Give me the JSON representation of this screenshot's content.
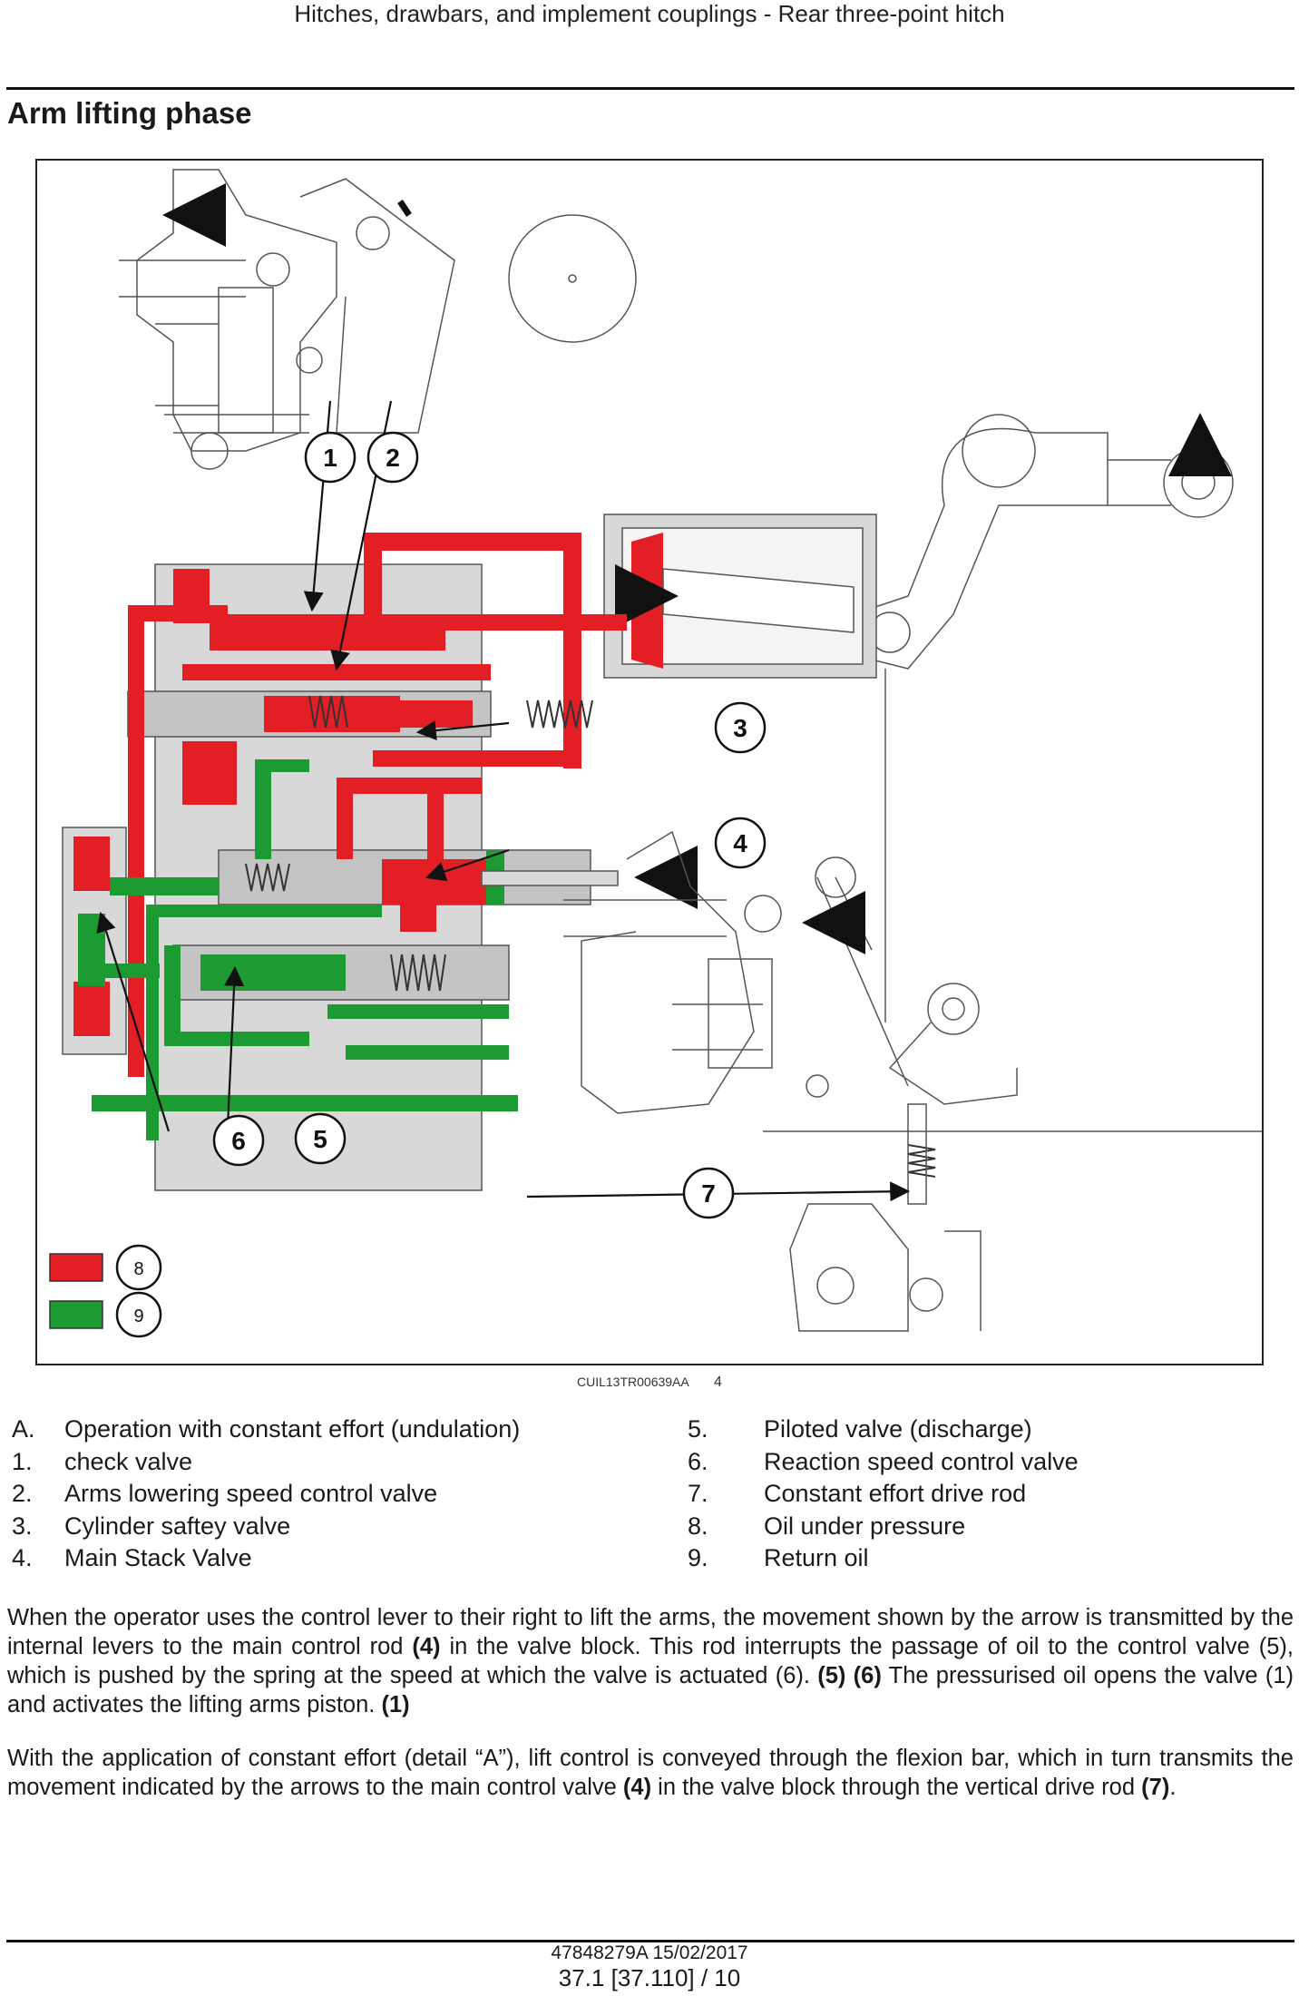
{
  "header": {
    "running_title": "Hitches, drawbars, and implement couplings - Rear three-point hitch"
  },
  "section": {
    "title": "Arm lifting phase"
  },
  "figure": {
    "callouts": [
      "1",
      "2",
      "3",
      "4",
      "5",
      "6",
      "7",
      "8",
      "9"
    ],
    "code": "CUIL13TR00639AA",
    "number": "4",
    "colors": {
      "oil_pressure": "#e31e24",
      "return_oil": "#1c9b32",
      "body": "#d8d8d8"
    }
  },
  "legend": {
    "left": [
      {
        "key": "A.",
        "label": "Operation with constant effort (undulation)"
      },
      {
        "key": "1.",
        "label": "check valve"
      },
      {
        "key": "2.",
        "label": "Arms lowering speed control valve"
      },
      {
        "key": "3.",
        "label": "Cylinder saftey valve"
      },
      {
        "key": "4.",
        "label": "Main Stack Valve"
      }
    ],
    "right": [
      {
        "key": "5.",
        "label": "Piloted valve (discharge)"
      },
      {
        "key": "6.",
        "label": "Reaction speed control valve"
      },
      {
        "key": "7.",
        "label": "Constant effort drive rod"
      },
      {
        "key": "8.",
        "label": "Oil under pressure"
      },
      {
        "key": "9.",
        "label": "Return oil"
      }
    ]
  },
  "paragraphs": {
    "p1": [
      "When the operator uses the control lever to their right to lift the arms, the movement shown by the arrow is transmitted by the internal levers to the main control rod ",
      "(4)",
      " in the valve block. This rod interrupts the passage of oil to the control valve (5), which is pushed by the spring at the speed at which the valve is actuated (6). ",
      "(5) (6)",
      " The pressurised oil opens the valve (1) and activates the lifting arms piston. ",
      "(1)"
    ],
    "p2": [
      "With the application of constant effort (detail “A”), lift control is conveyed through the flexion bar, which in turn transmits the movement indicated by the arrows to the main control valve ",
      "(4)",
      " in the valve block through the vertical drive rod ",
      "(7)",
      "."
    ]
  },
  "footer": {
    "doc_ref": "47848279A 15/02/2017",
    "page_ref": "37.1 [37.110] / 10"
  }
}
